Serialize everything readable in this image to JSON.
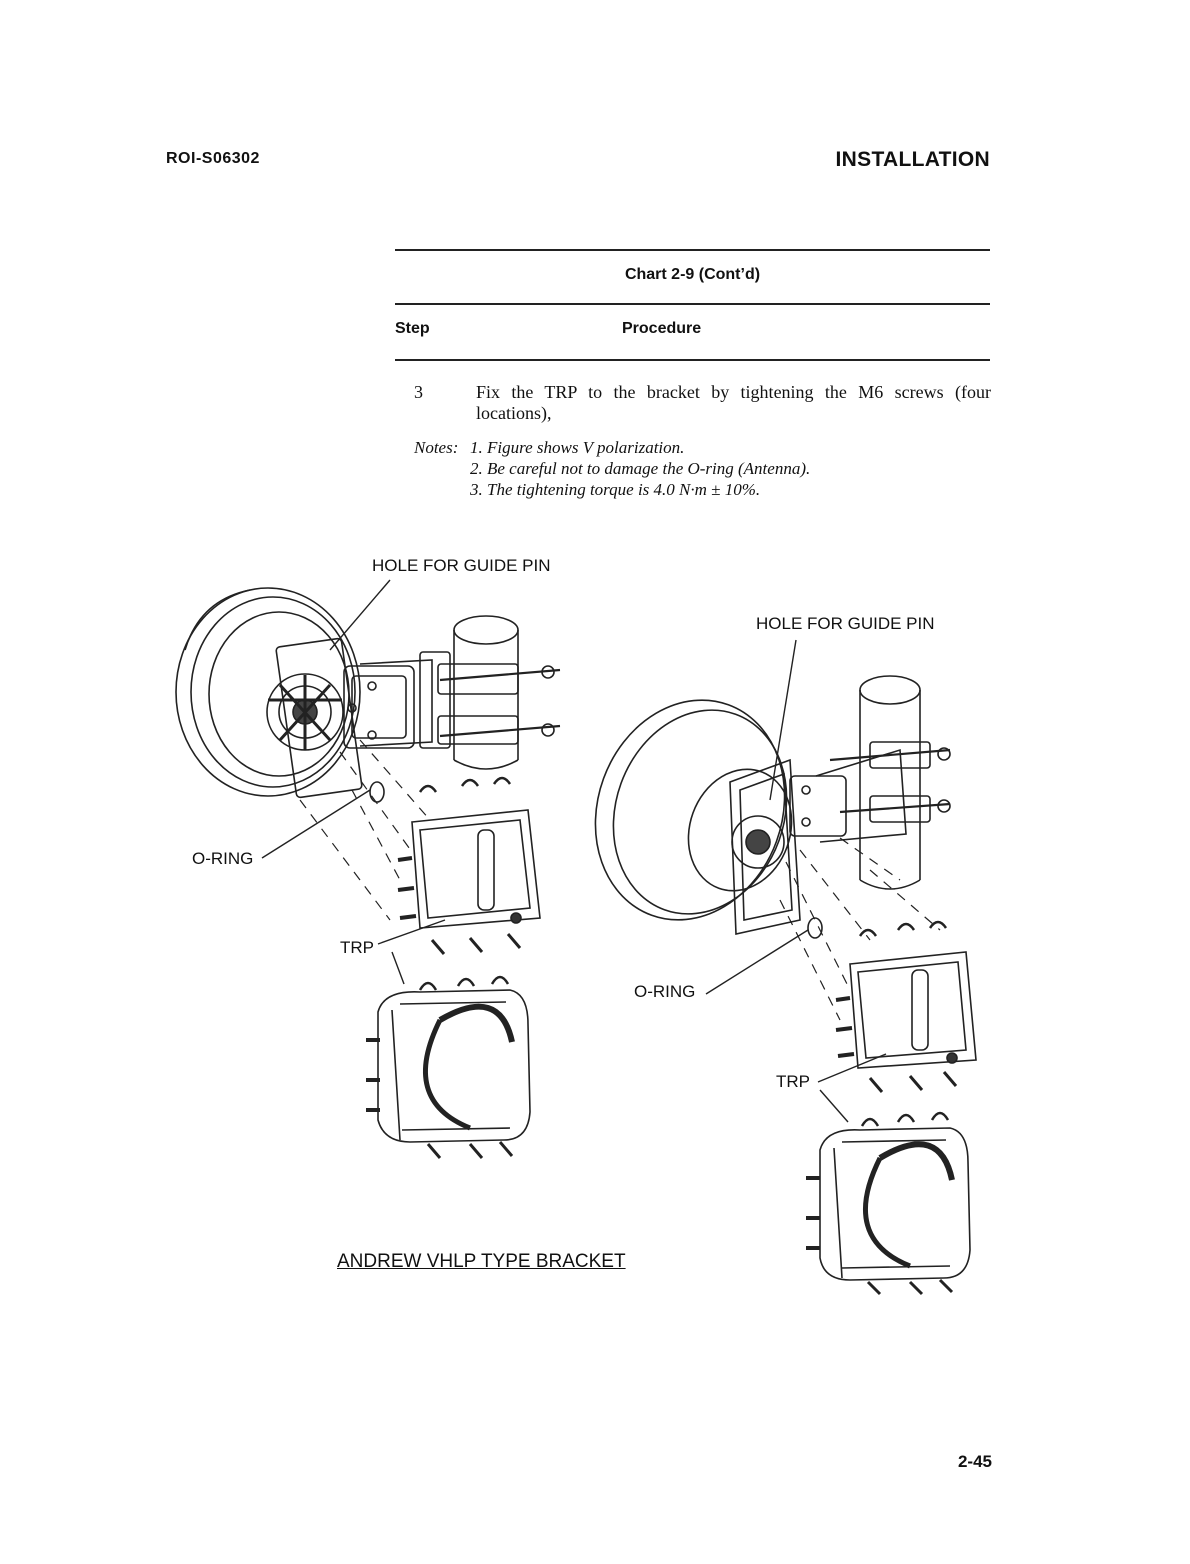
{
  "header": {
    "doc_id": "ROI-S06302",
    "section": "INSTALLATION"
  },
  "chart": {
    "title": "Chart 2-9  (Cont’d)",
    "col_step": "Step",
    "col_procedure": "Procedure"
  },
  "steps": [
    {
      "number": "3",
      "text": "Fix the TRP to the bracket by tightening the M6 screws (four locations),"
    }
  ],
  "notes": {
    "prefix": "Notes:",
    "items": [
      "1. Figure shows V polarization.",
      "2. Be careful not to damage the O-ring (Antenna).",
      "3. The tightening torque is 4.0 N·m ± 10%."
    ]
  },
  "figure": {
    "left": {
      "guide_pin_label": "HOLE FOR GUIDE PIN",
      "oring_label": "O-RING",
      "trp_label": "TRP"
    },
    "right": {
      "guide_pin_label": "HOLE FOR GUIDE PIN",
      "oring_label": "O-RING",
      "trp_label": "TRP"
    },
    "caption": "ANDREW VHLP TYPE BRACKET"
  },
  "footer": {
    "page_number": "2-45"
  }
}
